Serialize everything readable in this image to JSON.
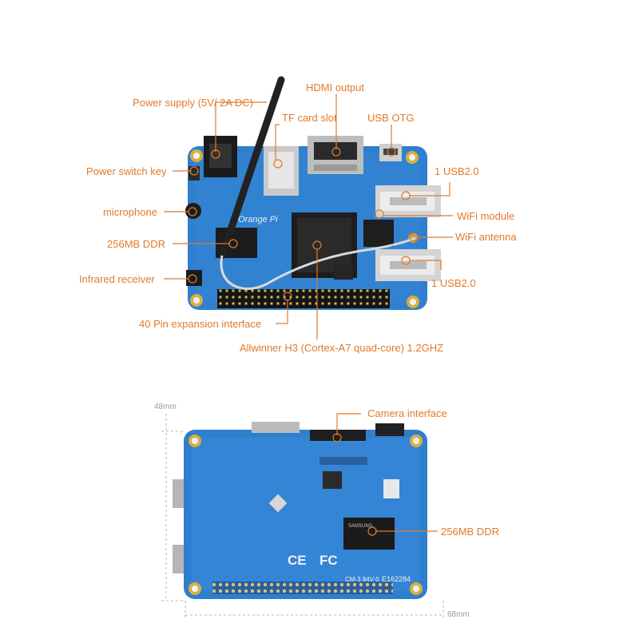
{
  "top_labels": {
    "power_supply": "Power supply (5V/ 2A DC)",
    "hdmi_output": "HDMI output",
    "tf_card_slot": "TF card slot",
    "usb_otg": "USB OTG",
    "power_switch_key": "Power switch key",
    "usb2_upper": "1 USB2.0",
    "microphone": "microphone",
    "wifi_module": "WiFi module",
    "ddr_top": "256MB DDR",
    "wifi_antenna": "WiFi antenna",
    "infrared_receiver": "Infrared receiver",
    "usb2_lower": "1 USB2.0",
    "pin_interface": "40 Pin expansion interface",
    "soc": "Allwinner H3 (Cortex-A7 quad-core) 1.2GHZ"
  },
  "board_top": {
    "silkscreen": "Orange Pi"
  },
  "bottom_labels": {
    "camera_interface": "Camera interface",
    "ddr_bottom": "256MB DDR"
  },
  "board_bottom": {
    "ce_mark": "CE",
    "fcc_mark": "FC",
    "model_text": "CM-3 94V-0",
    "cert_code": "E162284",
    "ram_chip_text": "SAMSUNG"
  },
  "dimensions": {
    "height": "48mm",
    "width": "68mm"
  },
  "colors": {
    "label": "#e07a2a",
    "pcb": "#2f7fcf",
    "pcb_dark": "#1f5ea5",
    "header": "#1a1a1a"
  }
}
